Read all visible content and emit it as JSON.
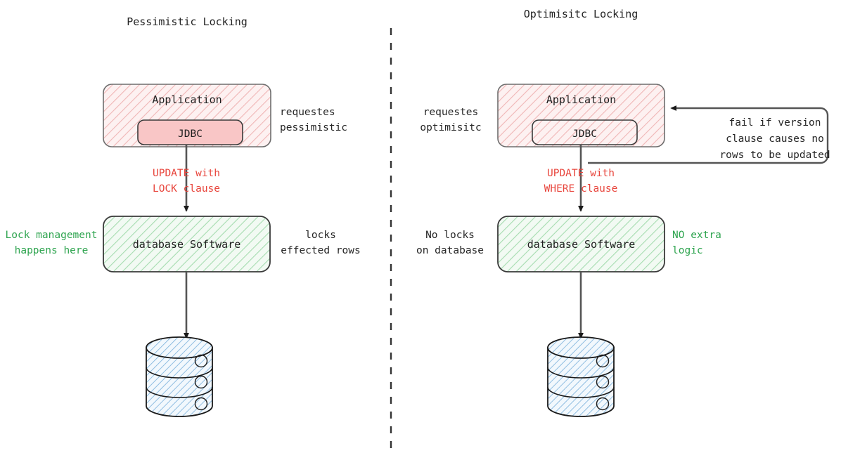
{
  "diagram": {
    "title_left": "Pessimistic Locking",
    "title_right": "Optimisitc Locking",
    "divider": "dashed-vertical-divider"
  },
  "colors": {
    "red_accent": "#e8453c",
    "green_accent": "#2ea44f",
    "app_fill": "#fdecec",
    "app_hatch": "#f2b8b8",
    "jdbc_fill": "#f9c4c4",
    "db_fill": "#eef8ef",
    "db_hatch": "#9ed7a8",
    "cylinder_fill": "#eaf3fb",
    "cylinder_hatch": "#6aa6d8",
    "stroke": "#555555",
    "text": "#1a1a1a"
  },
  "left": {
    "panel_title": "Pessimistic Locking",
    "application_box": "Application",
    "jdbc_box": "JDBC",
    "request_note": "requestes\npessimistic",
    "arrow_label": "UPDATE with\nLOCK clause",
    "database_box": "database Software",
    "db_note_right": "locks\neffected rows",
    "db_note_left": "Lock management\nhappens here",
    "storage": "database-cylinder"
  },
  "right": {
    "panel_title": "Optimisitc Locking",
    "application_box": "Application",
    "jdbc_box": "JDBC",
    "request_note": "requestes\noptimisitc",
    "arrow_label": "UPDATE with\nWHERE clause",
    "database_box": "database Software",
    "db_note_left": "No locks\non database",
    "db_note_right": "NO extra\nlogic",
    "feedback_note": "fail if version\nclause causes no\nrows to be updated",
    "storage": "database-cylinder"
  }
}
